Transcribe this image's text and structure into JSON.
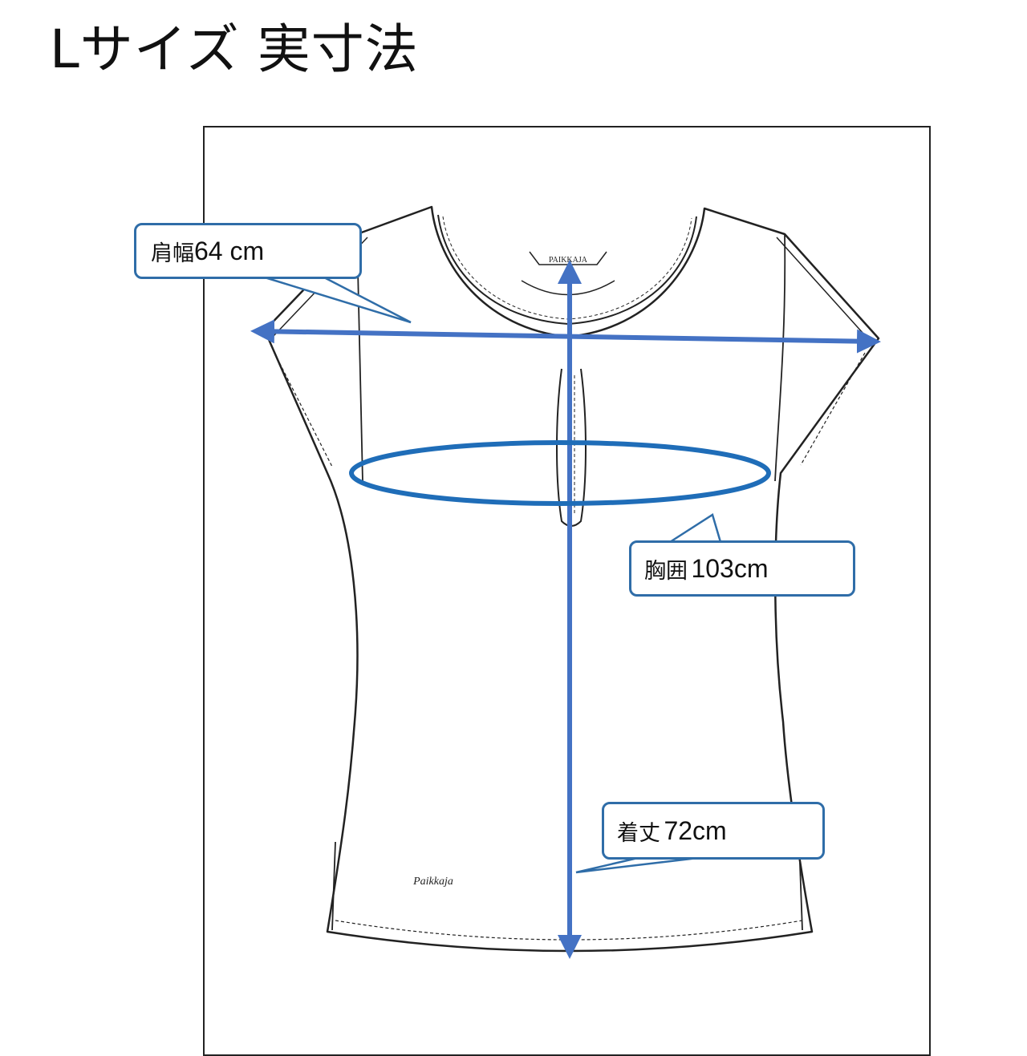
{
  "title": "Lサイズ 実寸法",
  "garment": {
    "neck_label": "PAIKKAJA",
    "hem_logo": "Paikkaja"
  },
  "measurements": {
    "shoulder": {
      "label": "肩幅",
      "value": "64 cm"
    },
    "chest": {
      "label": "胸囲",
      "value": "103cm"
    },
    "length": {
      "label": "着丈",
      "value": "72cm"
    }
  },
  "colors": {
    "arrow": "#4472c4",
    "ellipse": "#1f6db8",
    "callout_border": "#2f6da8",
    "outline": "#222222"
  }
}
